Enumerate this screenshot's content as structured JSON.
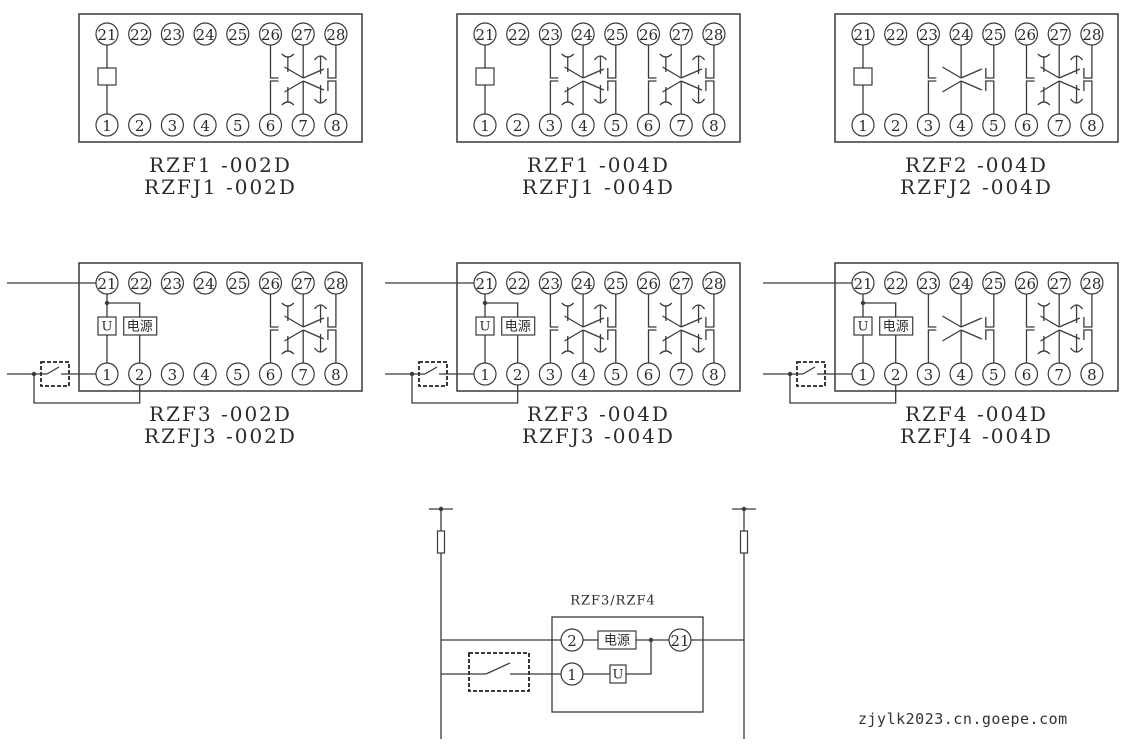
{
  "colors": {
    "line": "#3a3a3a",
    "text": "#2b2b2b",
    "background": "#ffffff"
  },
  "pins": {
    "top_row": [
      "21",
      "22",
      "23",
      "24",
      "25",
      "26",
      "27",
      "28"
    ],
    "bottom_row": [
      "1",
      "2",
      "3",
      "4",
      "5",
      "6",
      "7",
      "8"
    ]
  },
  "coil_labels": {
    "voltage": "U",
    "power": "电源"
  },
  "relays": [
    {
      "id": "rzf1-002d",
      "models": [
        "RZF1 -002D",
        "RZFJ1 -002D"
      ],
      "coil_type": "simple",
      "external_wiring": false,
      "contact_groups": [
        {
          "pins_top": [
            "26",
            "27",
            "28"
          ],
          "pins_bottom": [
            "6",
            "7",
            "8"
          ],
          "style": "delayed"
        }
      ]
    },
    {
      "id": "rzf1-004d",
      "models": [
        "RZF1 -004D",
        "RZFJ1 -004D"
      ],
      "coil_type": "simple",
      "external_wiring": false,
      "contact_groups": [
        {
          "pins_top": [
            "23",
            "24",
            "25"
          ],
          "pins_bottom": [
            "3",
            "4",
            "5"
          ],
          "style": "delayed"
        },
        {
          "pins_top": [
            "26",
            "27",
            "28"
          ],
          "pins_bottom": [
            "6",
            "7",
            "8"
          ],
          "style": "delayed"
        }
      ]
    },
    {
      "id": "rzf2-004d",
      "models": [
        "RZF2 -004D",
        "RZFJ2 -004D"
      ],
      "coil_type": "simple",
      "external_wiring": false,
      "contact_groups": [
        {
          "pins_top": [
            "23",
            "24",
            "25"
          ],
          "pins_bottom": [
            "3",
            "4",
            "5"
          ],
          "style": "instant"
        },
        {
          "pins_top": [
            "26",
            "27",
            "28"
          ],
          "pins_bottom": [
            "6",
            "7",
            "8"
          ],
          "style": "delayed"
        }
      ]
    },
    {
      "id": "rzf3-002d",
      "models": [
        "RZF3 -002D",
        "RZFJ3 -002D"
      ],
      "coil_type": "powered",
      "external_wiring": true,
      "contact_groups": [
        {
          "pins_top": [
            "26",
            "27",
            "28"
          ],
          "pins_bottom": [
            "6",
            "7",
            "8"
          ],
          "style": "delayed"
        }
      ]
    },
    {
      "id": "rzf3-004d",
      "models": [
        "RZF3 -004D",
        "RZFJ3 -004D"
      ],
      "coil_type": "powered",
      "external_wiring": true,
      "contact_groups": [
        {
          "pins_top": [
            "23",
            "24",
            "25"
          ],
          "pins_bottom": [
            "3",
            "4",
            "5"
          ],
          "style": "delayed"
        },
        {
          "pins_top": [
            "26",
            "27",
            "28"
          ],
          "pins_bottom": [
            "6",
            "7",
            "8"
          ],
          "style": "delayed"
        }
      ]
    },
    {
      "id": "rzf4-004d",
      "models": [
        "RZF4 -004D",
        "RZFJ4 -004D"
      ],
      "coil_type": "powered",
      "external_wiring": true,
      "contact_groups": [
        {
          "pins_top": [
            "23",
            "24",
            "25"
          ],
          "pins_bottom": [
            "3",
            "4",
            "5"
          ],
          "style": "instant"
        },
        {
          "pins_top": [
            "26",
            "27",
            "28"
          ],
          "pins_bottom": [
            "6",
            "7",
            "8"
          ],
          "style": "delayed"
        }
      ]
    }
  ],
  "application_circuit": {
    "title": "RZF3/RZF4",
    "terminals": [
      "2",
      "1",
      "21"
    ],
    "power_label": "电源",
    "voltage_label": "U"
  },
  "watermark": "zjylk2023.cn.goepe.com"
}
